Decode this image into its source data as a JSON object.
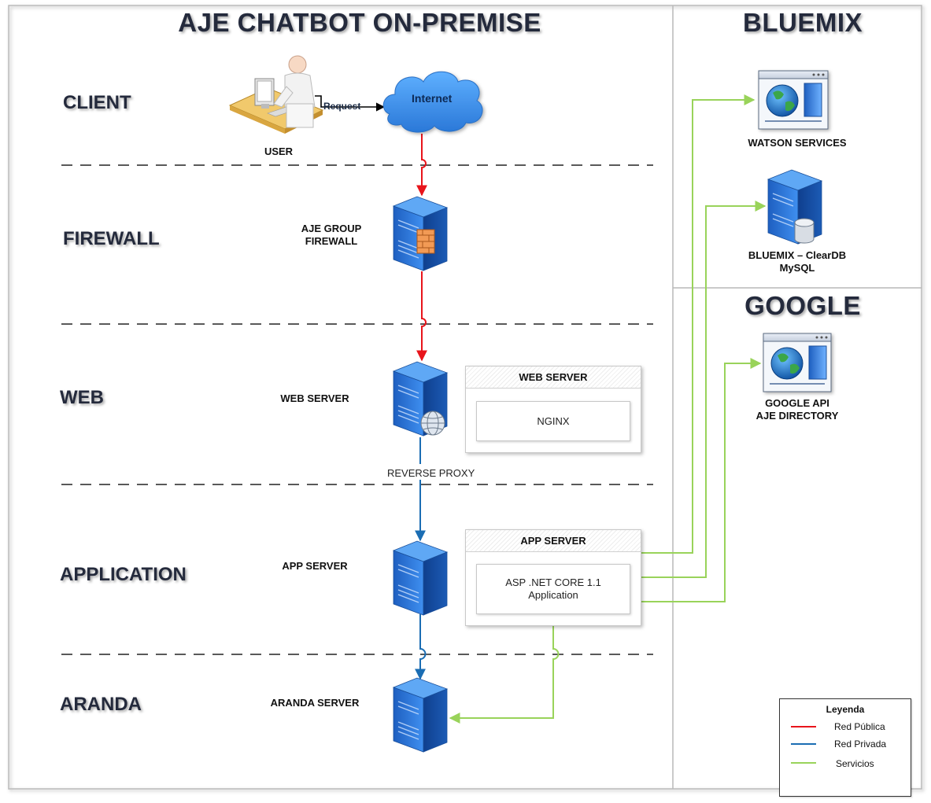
{
  "titles": {
    "onpremise": "AJE CHATBOT ON-PREMISE",
    "bluemix": "BLUEMIX",
    "google": "GOOGLE"
  },
  "rows": {
    "client": "CLIENT",
    "firewall": "FIREWALL",
    "web": "WEB",
    "application": "APPLICATION",
    "aranda": "ARANDA"
  },
  "nodes": {
    "user": "USER",
    "request": "Request",
    "internet": "Internet",
    "firewall_line1": "AJE GROUP",
    "firewall_line2": "FIREWALL",
    "web_server": "WEB SERVER",
    "reverse_proxy": "REVERSE PROXY",
    "app_server": "APP SERVER",
    "aranda_server": "ARANDA SERVER",
    "watson": "WATSON SERVICES",
    "cleardb_line1": "BLUEMIX – ClearDB",
    "cleardb_line2": "MySQL",
    "google_line1": "GOOGLE API",
    "google_line2": "AJE DIRECTORY"
  },
  "boxes": {
    "web": {
      "header": "WEB SERVER",
      "inner": "NGINX"
    },
    "app": {
      "header": "APP SERVER",
      "inner_line1": "ASP .NET CORE 1.1",
      "inner_line2": "Application"
    }
  },
  "legend": {
    "title": "Leyenda",
    "items": [
      {
        "label": "Red Pública",
        "color": "#e8141b"
      },
      {
        "label": "Red Privada",
        "color": "#1a6db3"
      },
      {
        "label": "Servicios",
        "color": "#99d35a"
      }
    ]
  },
  "colors": {
    "public": "#e8141b",
    "private": "#1a6db3",
    "services": "#99d35a",
    "server_blue": "#1f6fd1"
  }
}
